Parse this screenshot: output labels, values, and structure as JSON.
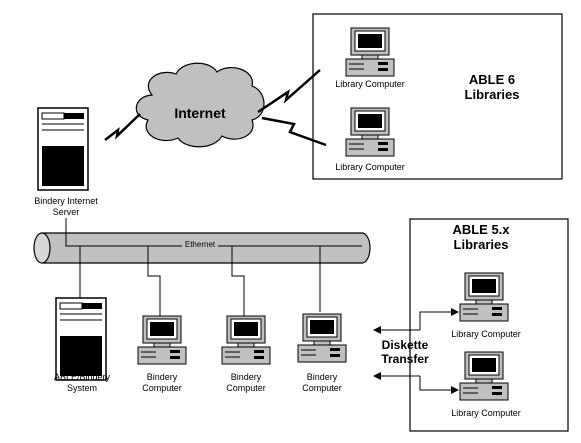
{
  "internet": {
    "label": "Internet"
  },
  "ethernet": {
    "label": "Ethernet"
  },
  "server": {
    "label_line1": "Bindery Internet",
    "label_line2": "Server"
  },
  "able_bindery": {
    "label_line1": "ABLE/Bindery",
    "label_line2": "System"
  },
  "able6": {
    "title_line1": "ABLE 6",
    "title_line2": "Libraries",
    "computers": [
      {
        "label": "Library Computer"
      },
      {
        "label": "Library Computer"
      }
    ]
  },
  "able5": {
    "title_line1": "ABLE 5.x",
    "title_line2": "Libraries",
    "computers": [
      {
        "label": "Library Computer"
      },
      {
        "label": "Library Computer"
      }
    ]
  },
  "bindery_computers": [
    {
      "line1": "Bindery",
      "line2": "Computer"
    },
    {
      "line1": "Bindery",
      "line2": "Computer"
    },
    {
      "line1": "Bindery",
      "line2": "Computer"
    }
  ],
  "diskette": {
    "line1": "Diskette",
    "line2": "Transfer"
  }
}
